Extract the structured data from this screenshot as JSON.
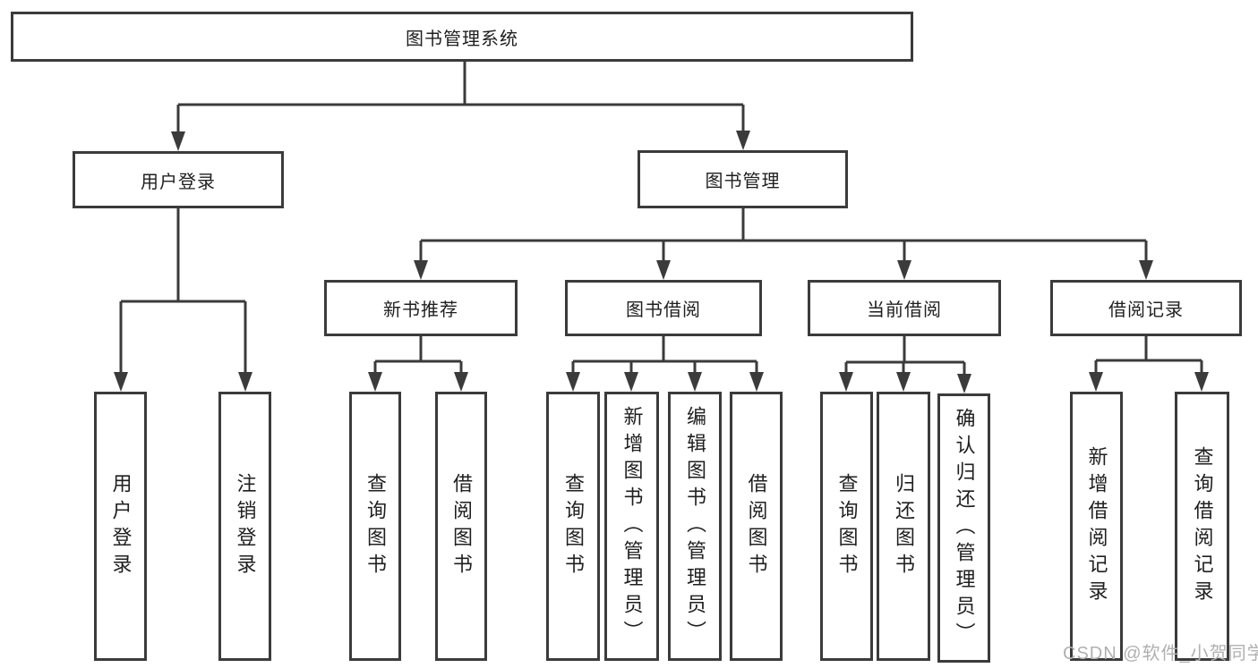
{
  "diagram": {
    "root": {
      "label": "图书管理系统"
    },
    "branches": [
      {
        "label": "用户登录",
        "children": [
          {
            "label": "用户登录"
          },
          {
            "label": "注销登录"
          }
        ]
      },
      {
        "label": "图书管理",
        "children": [
          {
            "label": "新书推荐",
            "children": [
              {
                "label": "查询图书"
              },
              {
                "label": "借阅图书"
              }
            ]
          },
          {
            "label": "图书借阅",
            "children": [
              {
                "label": "查询图书"
              },
              {
                "label": "新增图书（管理员）"
              },
              {
                "label": "编辑图书（管理员）"
              },
              {
                "label": "借阅图书"
              }
            ]
          },
          {
            "label": "当前借阅",
            "children": [
              {
                "label": "查询图书"
              },
              {
                "label": "归还图书"
              },
              {
                "label": "确认归还（管理员）"
              }
            ]
          },
          {
            "label": "借阅记录",
            "children": [
              {
                "label": "新增借阅记录"
              },
              {
                "label": "查询借阅记录"
              }
            ]
          }
        ]
      }
    ],
    "watermark": "CSDN @软件_小贺同学",
    "colors": {
      "line": "#3b3b3b",
      "text": "#1f1f1f",
      "watermark": "#b0b0b0",
      "background": "#ffffff"
    }
  }
}
